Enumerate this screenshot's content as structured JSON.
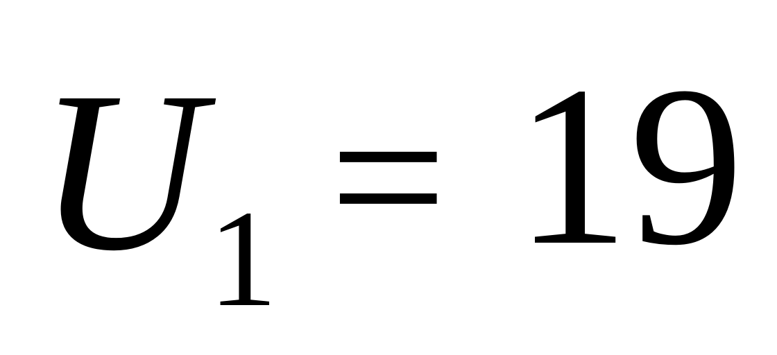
{
  "formula": {
    "variable": "U",
    "subscript": "1",
    "operator": "=",
    "value": "19"
  }
}
